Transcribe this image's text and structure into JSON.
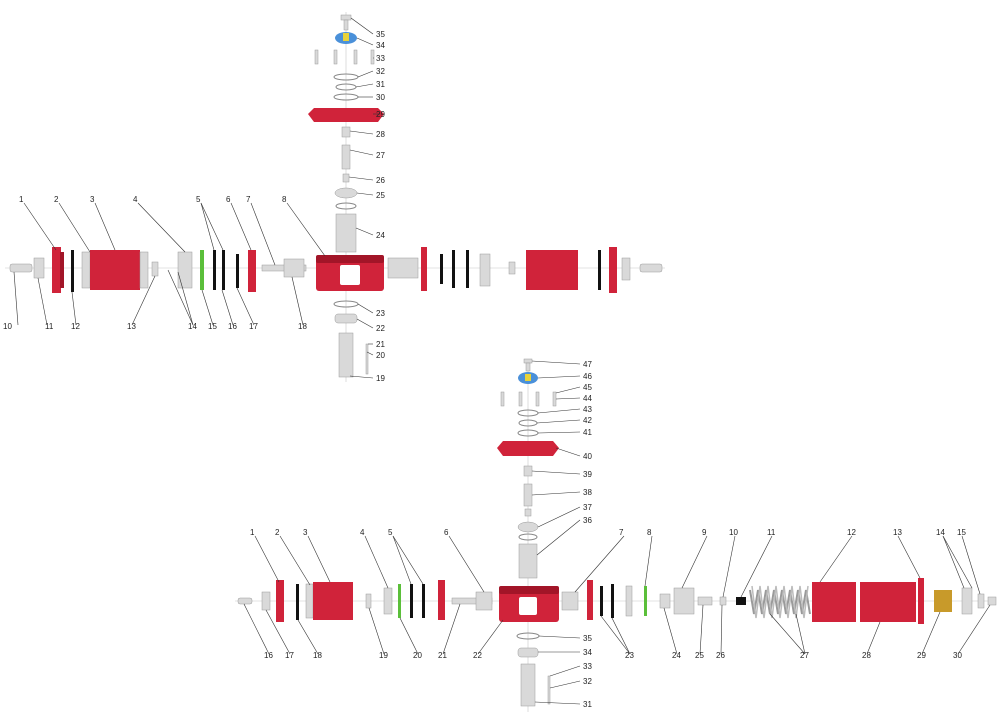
{
  "colors": {
    "body_red": "#d0233a",
    "body_red_dark": "#a21528",
    "metal": "#d9d9d9",
    "seal": "#111111",
    "cap_blue": "#4a90d9",
    "cap_yellow": "#e8d23a",
    "green_ring": "#5bbf3a",
    "brass": "#c89a2a"
  },
  "diagram_top": {
    "labels": [
      {
        "id": "t1",
        "text": "1"
      },
      {
        "id": "t2",
        "text": "2"
      },
      {
        "id": "t3",
        "text": "3"
      },
      {
        "id": "t4",
        "text": "4"
      },
      {
        "id": "t5",
        "text": "5"
      },
      {
        "id": "t6",
        "text": "6"
      },
      {
        "id": "t7",
        "text": "7"
      },
      {
        "id": "t8",
        "text": "8"
      },
      {
        "id": "t10",
        "text": "10"
      },
      {
        "id": "t11",
        "text": "11"
      },
      {
        "id": "t12",
        "text": "12"
      },
      {
        "id": "t13",
        "text": "13"
      },
      {
        "id": "t14",
        "text": "14"
      },
      {
        "id": "t15",
        "text": "15"
      },
      {
        "id": "t16",
        "text": "16"
      },
      {
        "id": "t17",
        "text": "17"
      },
      {
        "id": "t18",
        "text": "18"
      },
      {
        "id": "t19",
        "text": "19"
      },
      {
        "id": "t20",
        "text": "20"
      },
      {
        "id": "t21",
        "text": "21"
      },
      {
        "id": "t22",
        "text": "22"
      },
      {
        "id": "t23",
        "text": "23"
      },
      {
        "id": "t24",
        "text": "24"
      },
      {
        "id": "t25",
        "text": "25"
      },
      {
        "id": "t26",
        "text": "26"
      },
      {
        "id": "t27",
        "text": "27"
      },
      {
        "id": "t28",
        "text": "28"
      },
      {
        "id": "t29",
        "text": "29"
      },
      {
        "id": "t30",
        "text": "30"
      },
      {
        "id": "t31",
        "text": "31"
      },
      {
        "id": "t32",
        "text": "32"
      },
      {
        "id": "t33",
        "text": "33"
      },
      {
        "id": "t34",
        "text": "34"
      },
      {
        "id": "t35",
        "text": "35"
      }
    ]
  },
  "diagram_bottom": {
    "labels": [
      {
        "id": "b1",
        "text": "1"
      },
      {
        "id": "b2",
        "text": "2"
      },
      {
        "id": "b3",
        "text": "3"
      },
      {
        "id": "b4",
        "text": "4"
      },
      {
        "id": "b5",
        "text": "5"
      },
      {
        "id": "b6",
        "text": "6"
      },
      {
        "id": "b7",
        "text": "7"
      },
      {
        "id": "b8",
        "text": "8"
      },
      {
        "id": "b9",
        "text": "9"
      },
      {
        "id": "b10",
        "text": "10"
      },
      {
        "id": "b11",
        "text": "11"
      },
      {
        "id": "b12",
        "text": "12"
      },
      {
        "id": "b13",
        "text": "13"
      },
      {
        "id": "b14",
        "text": "14"
      },
      {
        "id": "b15",
        "text": "15"
      },
      {
        "id": "b16",
        "text": "16"
      },
      {
        "id": "b17",
        "text": "17"
      },
      {
        "id": "b18",
        "text": "18"
      },
      {
        "id": "b19",
        "text": "19"
      },
      {
        "id": "b20",
        "text": "20"
      },
      {
        "id": "b21",
        "text": "21"
      },
      {
        "id": "b22",
        "text": "22"
      },
      {
        "id": "b23",
        "text": "23"
      },
      {
        "id": "b24",
        "text": "24"
      },
      {
        "id": "b25",
        "text": "25"
      },
      {
        "id": "b26",
        "text": "26"
      },
      {
        "id": "b27",
        "text": "27"
      },
      {
        "id": "b28",
        "text": "28"
      },
      {
        "id": "b29",
        "text": "29"
      },
      {
        "id": "b30",
        "text": "30"
      },
      {
        "id": "b31",
        "text": "31"
      },
      {
        "id": "b32",
        "text": "32"
      },
      {
        "id": "b33",
        "text": "33"
      },
      {
        "id": "b34",
        "text": "34"
      },
      {
        "id": "b35",
        "text": "35"
      },
      {
        "id": "b36",
        "text": "36"
      },
      {
        "id": "b37",
        "text": "37"
      },
      {
        "id": "b38",
        "text": "38"
      },
      {
        "id": "b39",
        "text": "39"
      },
      {
        "id": "b40",
        "text": "40"
      },
      {
        "id": "b41",
        "text": "41"
      },
      {
        "id": "b42",
        "text": "42"
      },
      {
        "id": "b43",
        "text": "43"
      },
      {
        "id": "b44",
        "text": "44"
      },
      {
        "id": "b45",
        "text": "45"
      },
      {
        "id": "b46",
        "text": "46"
      },
      {
        "id": "b47",
        "text": "47"
      }
    ]
  }
}
